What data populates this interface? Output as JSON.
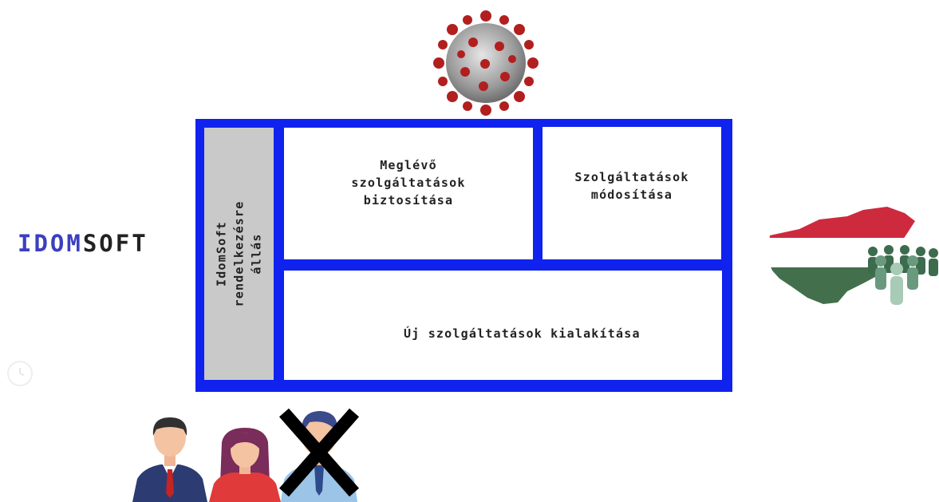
{
  "logo": {
    "part1": "IDOM",
    "part2": "SOFT"
  },
  "diagram": {
    "side_label": "IdomSoft\nrendelkezésre\nállás",
    "box_existing": "Meglévő\nszolgáltatások\nbiztosítása",
    "box_modify": "Szolgáltatások\nmódosítása",
    "box_new": "Új szolgáltatások kialakítása"
  },
  "colors": {
    "frame": "#1022ee",
    "side_fill": "#c9c9c9",
    "logo_accent": "#3b3fbf"
  },
  "icons": [
    "coronavirus-icon",
    "hungary-flag-map-icon",
    "people-group-icon",
    "employee-man-icon",
    "employee-woman-icon",
    "crossed-out-employee-icon",
    "clock-icon"
  ]
}
